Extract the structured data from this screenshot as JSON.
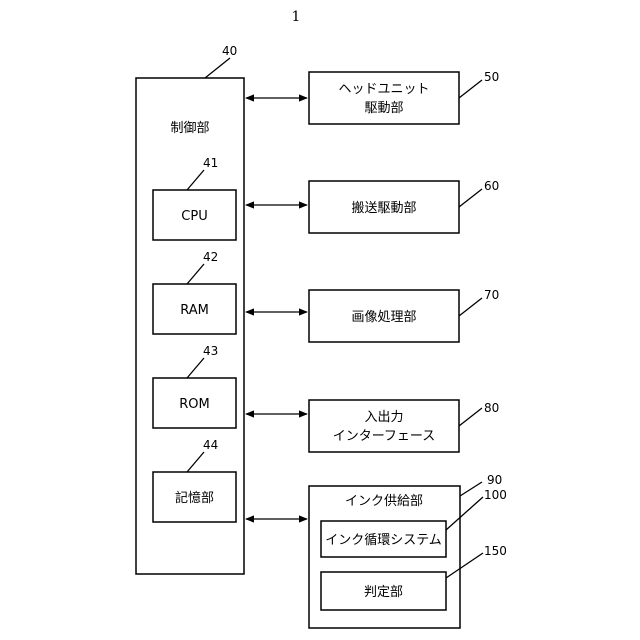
{
  "figure_number": "1",
  "control_unit": {
    "ref": "40",
    "label": "制御部",
    "components": [
      {
        "ref": "41",
        "label": "CPU"
      },
      {
        "ref": "42",
        "label": "RAM"
      },
      {
        "ref": "43",
        "label": "ROM"
      },
      {
        "ref": "44",
        "label": "記憶部"
      }
    ]
  },
  "peripherals": [
    {
      "ref": "50",
      "lines": [
        "ヘッドユニット",
        "駆動部"
      ]
    },
    {
      "ref": "60",
      "lines": [
        "搬送駆動部"
      ]
    },
    {
      "ref": "70",
      "lines": [
        "画像処理部"
      ]
    },
    {
      "ref": "80",
      "lines": [
        "入出力",
        "インターフェース"
      ]
    }
  ],
  "ink_supply": {
    "ref": "90",
    "label": "インク供給部",
    "children": [
      {
        "ref": "100",
        "label": "インク循環システム"
      },
      {
        "ref": "150",
        "label": "判定部"
      }
    ]
  }
}
